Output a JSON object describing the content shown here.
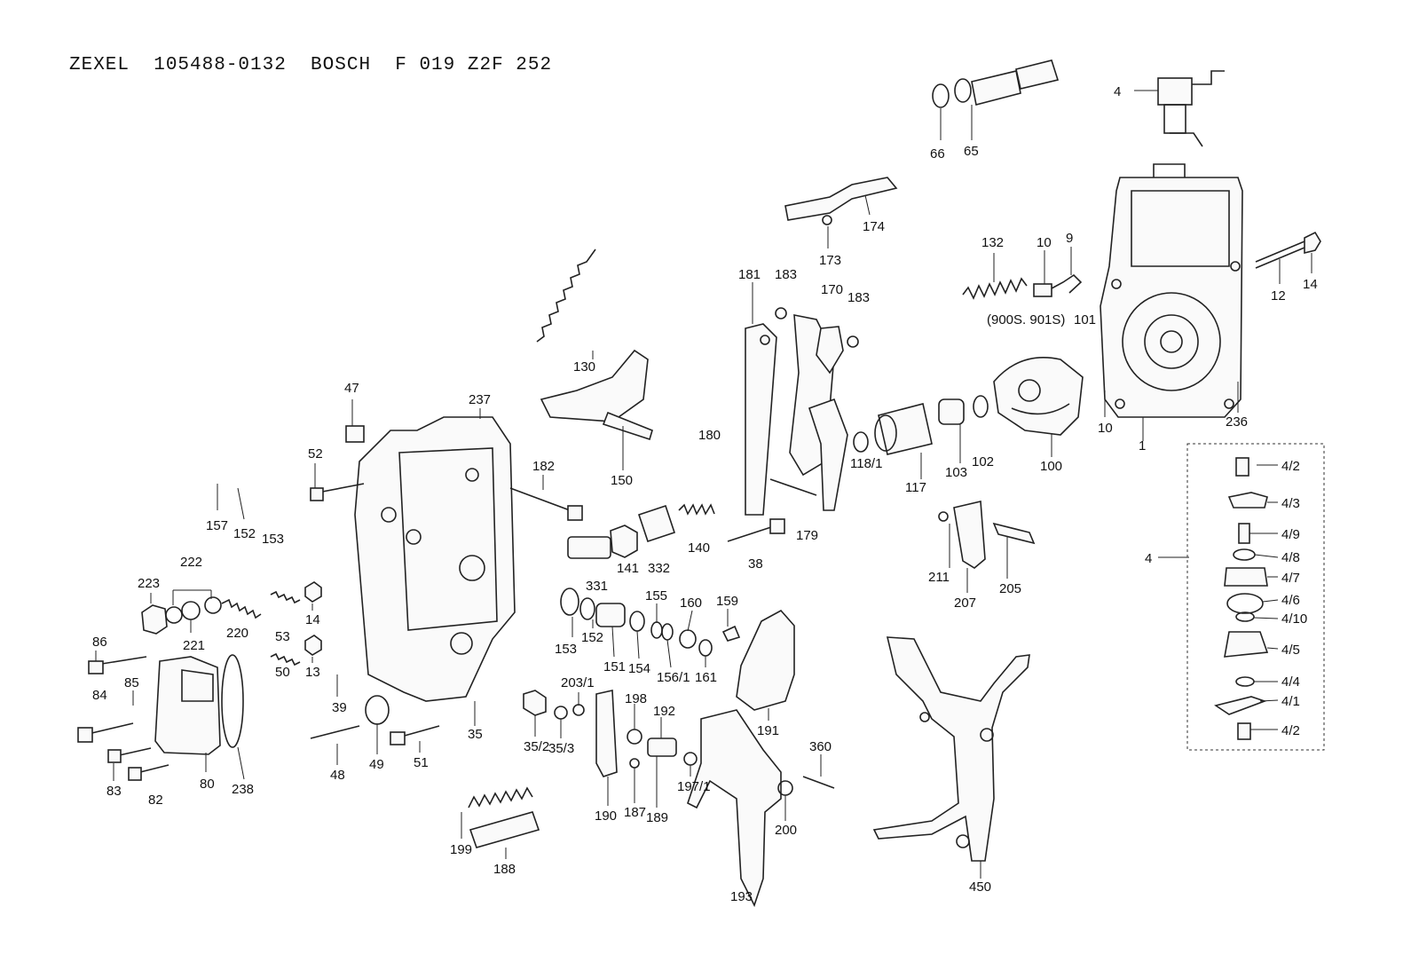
{
  "title": "ZEXEL  105488-0132  BOSCH  F 019 Z2F 252",
  "inset_caption": "(900S. 901S)",
  "labels": {
    "4": "4",
    "65": "65",
    "66": "66",
    "174": "174",
    "173": "173",
    "132": "132",
    "10a": "10",
    "9": "9",
    "14a": "14",
    "12": "12",
    "181": "181",
    "183a": "183",
    "170": "170",
    "183b": "183",
    "101": "101",
    "236": "236",
    "1": "1",
    "10b": "10",
    "100": "100",
    "102": "102",
    "103": "103",
    "117": "117",
    "118_1": "118/1",
    "130": "130",
    "150": "150",
    "47": "47",
    "237": "237",
    "182": "182",
    "180": "180",
    "179": "179",
    "38": "38",
    "140": "140",
    "332": "332",
    "141": "141",
    "331": "331",
    "52": "52",
    "157": "157",
    "152a": "152",
    "153a": "153",
    "222": "222",
    "223": "223",
    "221": "221",
    "220": "220",
    "53": "53",
    "14b": "14",
    "13": "13",
    "50": "50",
    "39": "39",
    "86": "86",
    "84": "84",
    "85": "85",
    "83": "83",
    "82": "82",
    "80": "80",
    "238": "238",
    "48": "48",
    "49": "49",
    "51": "51",
    "35": "35",
    "35_2": "35/2",
    "35_3": "35/3",
    "203_1": "203/1",
    "153b": "153",
    "152b": "152",
    "151": "151",
    "154": "154",
    "155": "155",
    "156_1": "156/1",
    "160": "160",
    "161": "161",
    "159": "159",
    "191": "191",
    "211": "211",
    "207": "207",
    "205": "205",
    "198": "198",
    "192": "192",
    "197_1": "197/1",
    "190": "190",
    "187": "187",
    "189": "189",
    "199": "199",
    "188": "188",
    "193": "193",
    "200": "200",
    "360": "360",
    "450": "450",
    "i4_2a": "4/2",
    "i4_3": "4/3",
    "i4_9": "4/9",
    "i4_8": "4/8",
    "i4_7": "4/7",
    "i4_6": "4/6",
    "i4_10": "4/10",
    "i4_5": "4/5",
    "i4_4": "4/4",
    "i4_1": "4/1",
    "i4_2b": "4/2",
    "i4": "4"
  }
}
